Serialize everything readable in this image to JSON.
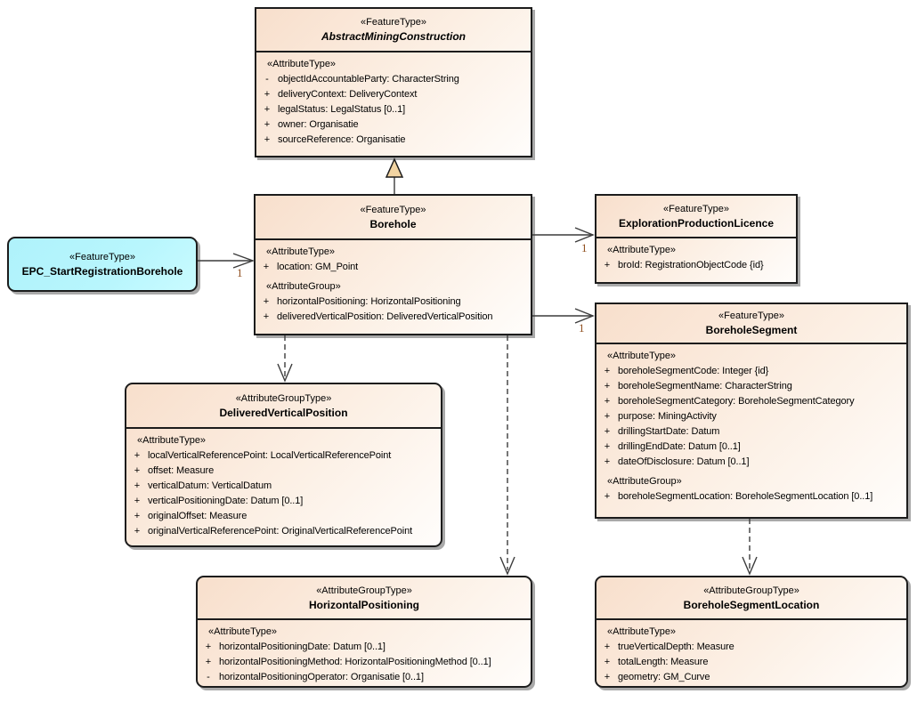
{
  "diagram": {
    "colors": {
      "box_gradient_start": "#f8dfcc",
      "box_gradient_end": "#fffdfb",
      "box_border": "#1c1c1c",
      "shadow": "#a9a9a9",
      "epc_fill": "#b2f4fc",
      "edge_color": "#3c3c3c",
      "generalization_triangle_fill": "#f2d4a2",
      "multiplicity_color": "#8f4e1d"
    },
    "classes": [
      {
        "stereotype": "«FeatureType»",
        "name": "AbstractMiningConstruction",
        "sections": [
          {
            "label": "«AttributeType»",
            "attributes": [
              {
                "vis": "-",
                "text": "objectIdAccountableParty: CharacterString"
              },
              {
                "vis": "+",
                "text": "deliveryContext: DeliveryContext"
              },
              {
                "vis": "+",
                "text": "legalStatus: LegalStatus [0..1]"
              },
              {
                "vis": "+",
                "text": "owner: Organisatie"
              },
              {
                "vis": "+",
                "text": "sourceReference: Organisatie"
              }
            ]
          }
        ]
      },
      {
        "stereotype": "«FeatureType»",
        "name": "Borehole",
        "sections": [
          {
            "label": "«AttributeType»",
            "attributes": [
              {
                "vis": "+",
                "text": "location: GM_Point"
              }
            ]
          },
          {
            "label": "«AttributeGroup»",
            "attributes": [
              {
                "vis": "+",
                "text": "horizontalPositioning: HorizontalPositioning"
              },
              {
                "vis": "+",
                "text": "deliveredVerticalPosition: DeliveredVerticalPosition"
              }
            ]
          }
        ]
      },
      {
        "stereotype": "«FeatureType»",
        "name": "EPC_StartRegistrationBorehole",
        "sections": []
      },
      {
        "stereotype": "«FeatureType»",
        "name": "ExplorationProductionLicence",
        "sections": [
          {
            "label": "«AttributeType»",
            "attributes": [
              {
                "vis": "+",
                "text": "broId: RegistrationObjectCode {id}"
              }
            ]
          }
        ]
      },
      {
        "stereotype": "«FeatureType»",
        "name": "BoreholeSegment",
        "sections": [
          {
            "label": "«AttributeType»",
            "attributes": [
              {
                "vis": "+",
                "text": "boreholeSegmentCode: Integer {id}"
              },
              {
                "vis": "+",
                "text": "boreholeSegmentName: CharacterString"
              },
              {
                "vis": "+",
                "text": "boreholeSegmentCategory: BoreholeSegmentCategory"
              },
              {
                "vis": "+",
                "text": "purpose: MiningActivity"
              },
              {
                "vis": "+",
                "text": "drillingStartDate: Datum"
              },
              {
                "vis": "+",
                "text": "drillingEndDate: Datum [0..1]"
              },
              {
                "vis": "+",
                "text": "dateOfDisclosure: Datum [0..1]"
              }
            ]
          },
          {
            "label": "«AttributeGroup»",
            "attributes": [
              {
                "vis": "+",
                "text": "boreholeSegmentLocation: BoreholeSegmentLocation [0..1]"
              }
            ]
          }
        ]
      },
      {
        "stereotype": "«AttributeGroupType»",
        "name": "DeliveredVerticalPosition",
        "sections": [
          {
            "label": "«AttributeType»",
            "attributes": [
              {
                "vis": "+",
                "text": "localVerticalReferencePoint: LocalVerticalReferencePoint"
              },
              {
                "vis": "+",
                "text": "offset: Measure"
              },
              {
                "vis": "+",
                "text": "verticalDatum: VerticalDatum"
              },
              {
                "vis": "+",
                "text": "verticalPositioningDate: Datum [0..1]"
              },
              {
                "vis": "+",
                "text": "originalOffset: Measure"
              },
              {
                "vis": "+",
                "text": "originalVerticalReferencePoint: OriginalVerticalReferencePoint"
              }
            ]
          }
        ]
      },
      {
        "stereotype": "«AttributeGroupType»",
        "name": "HorizontalPositioning",
        "sections": [
          {
            "label": "«AttributeType»",
            "attributes": [
              {
                "vis": "+",
                "text": "horizontalPositioningDate: Datum [0..1]"
              },
              {
                "vis": "+",
                "text": "horizontalPositioningMethod: HorizontalPositioningMethod [0..1]"
              },
              {
                "vis": "-",
                "text": "horizontalPositioningOperator: Organisatie [0..1]"
              }
            ]
          }
        ]
      },
      {
        "stereotype": "«AttributeGroupType»",
        "name": "BoreholeSegmentLocation",
        "sections": [
          {
            "label": "«AttributeType»",
            "attributes": [
              {
                "vis": "+",
                "text": "trueVerticalDepth: Measure"
              },
              {
                "vis": "+",
                "text": "totalLength: Measure"
              },
              {
                "vis": "+",
                "text": "geometry: GM_Curve"
              }
            ]
          }
        ]
      }
    ],
    "connectors": [
      {
        "type": "generalization",
        "from": "Borehole",
        "to": "AbstractMiningConstruction"
      },
      {
        "type": "association",
        "from": "EPC_StartRegistrationBorehole",
        "to": "Borehole",
        "target_multiplicity": "1"
      },
      {
        "type": "association",
        "from": "Borehole",
        "to": "ExplorationProductionLicence",
        "target_multiplicity": "1"
      },
      {
        "type": "association",
        "from": "Borehole",
        "to": "BoreholeSegment",
        "target_multiplicity": "1"
      },
      {
        "type": "dependency",
        "from": "Borehole",
        "to": "DeliveredVerticalPosition"
      },
      {
        "type": "dependency",
        "from": "Borehole",
        "to": "HorizontalPositioning"
      },
      {
        "type": "dependency",
        "from": "BoreholeSegment",
        "to": "BoreholeSegmentLocation"
      }
    ]
  }
}
